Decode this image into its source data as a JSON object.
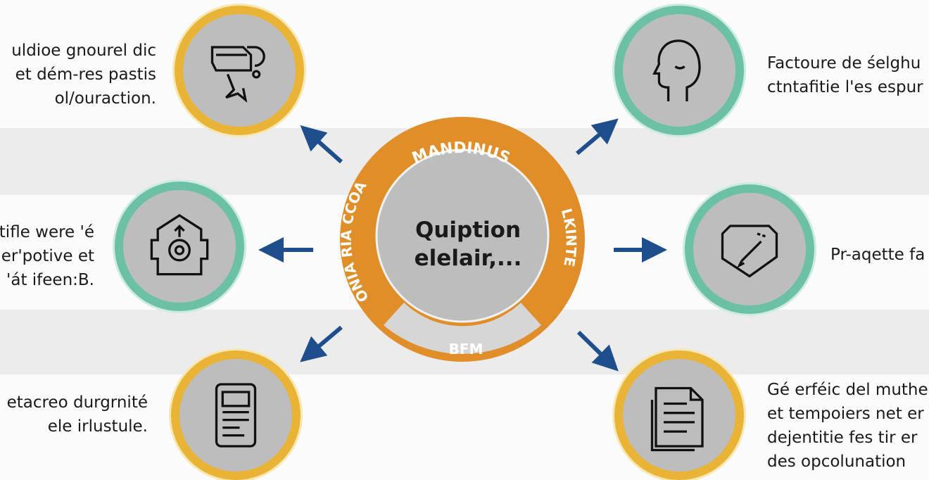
{
  "center": {
    "title_lines": [
      "Quiption",
      "elelair,..."
    ],
    "ring_top": "MANDINUS",
    "ring_right": "LKINTE",
    "ring_left": "ONIA RIA CCOA",
    "ring_bottom": "BFM",
    "colors": {
      "ring": "#e08e2a",
      "inner": "#bdbdbd",
      "bottom": "#d6d6d6"
    }
  },
  "nodes": [
    {
      "id": "top-left",
      "icon": "puzzle-pieces-icon",
      "lines": [
        "uldioe gnourel dic",
        "et dém-res pastis",
        "ol/ouraction."
      ]
    },
    {
      "id": "mid-left",
      "icon": "house-target-icon",
      "lines": [
        "tifle were 'é",
        "er'potive et",
        "'át ifeen:B."
      ]
    },
    {
      "id": "bottom-left",
      "icon": "document-device-icon",
      "lines": [
        "etacreo durgrnité",
        "ele irlustule."
      ]
    },
    {
      "id": "top-right",
      "icon": "head-profile-icon",
      "lines": [
        "Factoure de śelghu",
        "ctntafitie l'es espur"
      ]
    },
    {
      "id": "mid-right",
      "icon": "shield-pen-icon",
      "lines": [
        "Pr-aqette fa"
      ]
    },
    {
      "id": "bottom-right",
      "icon": "documents-icon",
      "lines": [
        "Gé erféic del muthe",
        "et tempoiers net er",
        "dejentitie fes tir er",
        "des opcolunation"
      ]
    }
  ],
  "colors": {
    "arrow": "#1f4e8c",
    "yellow_ring": "#e9b436",
    "teal_ring": "#6cc0a6"
  }
}
